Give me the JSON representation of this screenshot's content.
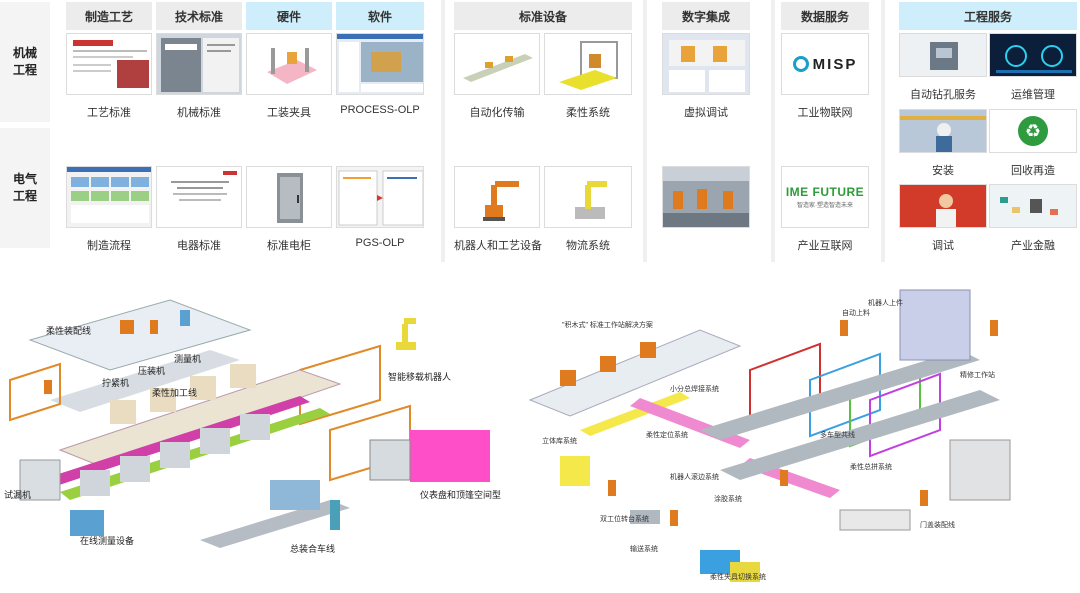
{
  "rows": {
    "mechanical": "机械\n工程",
    "electrical": "电气\n工程"
  },
  "headers": {
    "manufacturing_process": "制造工艺",
    "technical_standards": "技术标准",
    "hardware": "硬件",
    "software": "软件",
    "standard_equipment": "标准设备",
    "digital_integration": "数字集成",
    "data_services": "数据服务",
    "engineering_services": "工程服务"
  },
  "captions": {
    "process_standard": "工艺标准",
    "mechanical_standard": "机械标准",
    "fixtures": "工装夹具",
    "process_olp": "PROCESS-OLP",
    "auto_conveying": "自动化传输",
    "flexible_system": "柔性系统",
    "virtual_debugging": "虚拟调试",
    "industrial_iot": "工业物联网",
    "auto_drilling_service": "自动钻孔服务",
    "om_management": "运维管理",
    "installation": "安装",
    "recycling": "回收再造",
    "manufacturing_flow": "制造流程",
    "electrical_standard": "电器标准",
    "standard_cabinet": "标准电柜",
    "pgs_olp": "PGS-OLP",
    "robots_process_equipment": "机器人和工艺设备",
    "logistics_system": "物流系统",
    "industrial_internet": "产业互联网",
    "debugging": "调试",
    "industrial_finance": "产业金融"
  },
  "logos": {
    "misp": "MISP",
    "ime_main": "IME FUTURE",
    "ime_sub": "智造家·塑造智造未来"
  },
  "left_diagram_labels": {
    "flex_assembly_line": "柔性装配线",
    "tightening_machine": "拧紧机",
    "press_machine": "压装机",
    "measuring_machine": "测量机",
    "flex_machining_line": "柔性加工线",
    "smart_handling_robot": "智能移载机器人",
    "test_machine": "试漏机",
    "online_measuring": "在线测量设备",
    "assembly_line": "总装合车线",
    "dashboard_cockpit": "仪表盘和顶篷空间型"
  },
  "right_diagram_labels": {
    "flexible_standard_solution": "\"积木式\" 标准工作站解决方案",
    "small_part_system": "小分总焊接系统",
    "auto_loading": "自动上料",
    "robot_loading": "机器人上件",
    "vertical_library": "立体库系统",
    "positioning_system": "柔性定位系统",
    "robot_welding": "机器人滚边系统",
    "flexible_fixture": "柔性夹具切换系统",
    "door_line": "门盖装配线",
    "multi_car_line": "多车型共线",
    "gluing_system": "涂胶系统",
    "double_station": "双工位转台系统",
    "conveyor_cell": "输送系统",
    "multi_vehicle_system": "柔性总拼系统",
    "finishing": "精修工作站"
  }
}
